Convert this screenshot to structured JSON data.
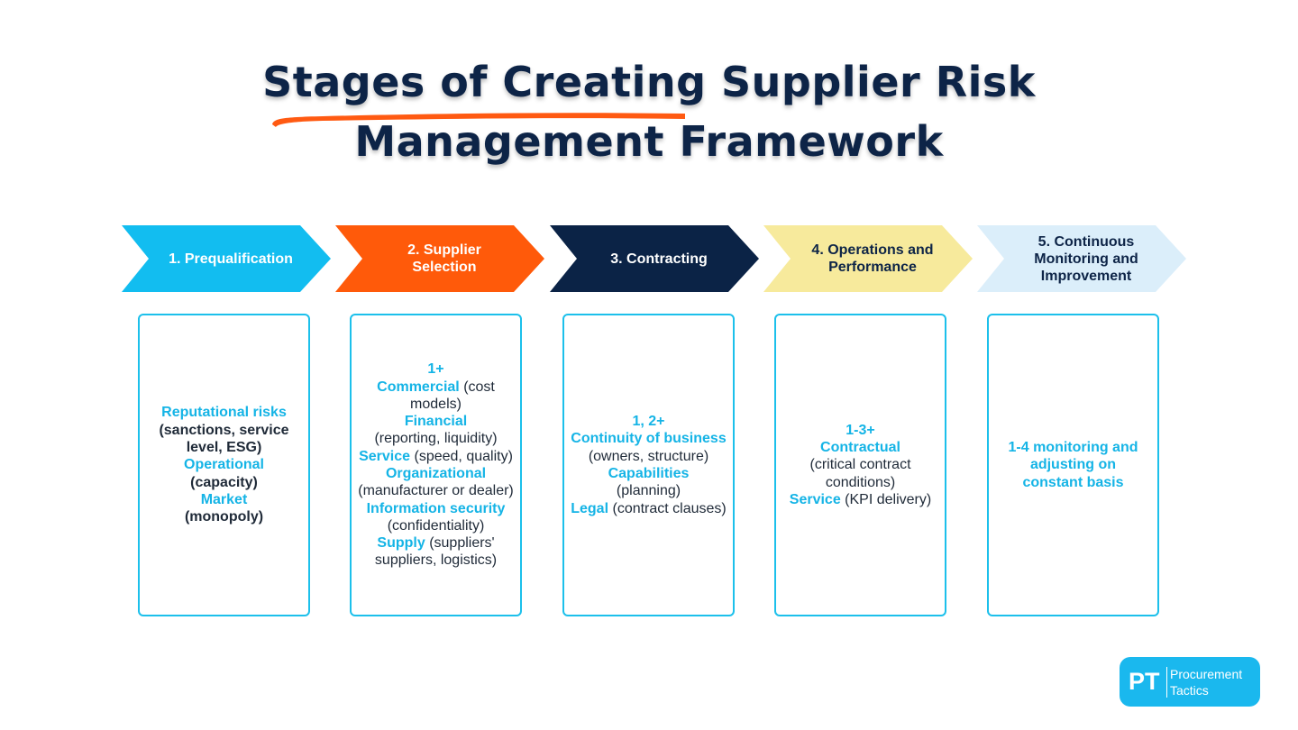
{
  "title": {
    "line1": "Stages of Creating Supplier Risk",
    "line2": "Management Framework"
  },
  "colors": {
    "title": "#0d2447",
    "accent_underline": "#ff5a12",
    "stage1": "#12bdf0",
    "stage2": "#ff5a0a",
    "stage3": "#0b2346",
    "stage4": "#f7ea9c",
    "stage5": "#dbeefa",
    "box_border": "#1cc0eb",
    "highlight_text": "#15b4e6",
    "logo_bg": "#1ab8ee"
  },
  "stages": [
    {
      "label": "1. Prequalification"
    },
    {
      "label": "2. Supplier Selection"
    },
    {
      "label": "3. Contracting"
    },
    {
      "label": "4. Operations and Performance"
    },
    {
      "label": "5. Continuous Monitoring and Improvement"
    }
  ],
  "boxes": {
    "b1": {
      "t1": "Reputational risks",
      "t2": "(sanctions, service level, ESG)",
      "t3": "Operational",
      "t4": "(capacity)",
      "t5": "Market",
      "t6": "(monopoly)"
    },
    "b2": {
      "t1": "1+",
      "t2": "Commercial",
      "t3": "(cost models)",
      "t4": "Financial",
      "t5": "(reporting, liquidity)",
      "t6": "Service",
      "t7": "(speed, quality)",
      "t8": "Organizational",
      "t9": "(manufacturer or dealer)",
      "t10": "Information security",
      "t11": "(confidentiality)",
      "t12": "Supply",
      "t13": "(suppliers' suppliers, logistics)"
    },
    "b3": {
      "t1": "1, 2+",
      "t2": "Continuity of business",
      "t3": "(owners, structure)",
      "t4": "Capabilities",
      "t5": "(planning)",
      "t6": "Legal",
      "t7": "(contract clauses)"
    },
    "b4": {
      "t1": "1-3+",
      "t2": "Contractual",
      "t3": "(critical contract conditions)",
      "t4": "Service",
      "t5": "(KPI delivery)"
    },
    "b5": {
      "t1": "1-4 monitoring and adjusting on constant basis"
    }
  },
  "logo": {
    "initials": "PT",
    "line1": "Procurement",
    "line2": "Tactics"
  }
}
